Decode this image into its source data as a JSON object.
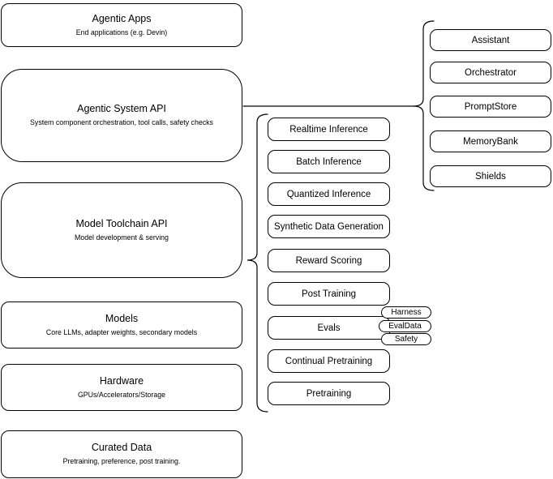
{
  "canvas": {
    "background": "#ffffff",
    "stroke_color": "#000000",
    "text_color": "#000000"
  },
  "left_column": {
    "boxes": [
      {
        "title": "Agentic Apps",
        "subtitle": "End applications (e.g. Devin)"
      },
      {
        "title": "Agentic System API",
        "subtitle": "System component orchestration, tool calls, safety checks"
      },
      {
        "title": "Model Toolchain API",
        "subtitle": "Model development & serving"
      },
      {
        "title": "Models",
        "subtitle": "Core LLMs, adapter weights, secondary models"
      },
      {
        "title": "Hardware",
        "subtitle": "GPUs/Accelerators/Storage"
      },
      {
        "title": "Curated Data",
        "subtitle": "Pretraining, preference, post training."
      }
    ]
  },
  "toolchain_group": {
    "items": [
      "Realtime Inference",
      "Batch Inference",
      "Quantized Inference",
      "Synthetic Data Generation",
      "Reward Scoring",
      "Post Training",
      "Evals",
      "Continual Pretraining",
      "Pretraining"
    ]
  },
  "evals_tags": [
    "Harness",
    "EvalData",
    "Safety"
  ],
  "system_group": {
    "items": [
      "Assistant",
      "Orchestrator",
      "PromptStore",
      "MemoryBank",
      "Shields"
    ]
  }
}
